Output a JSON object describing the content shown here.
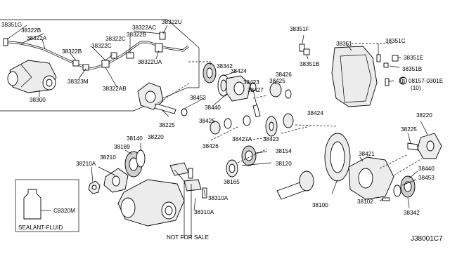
{
  "diagram_id": "J38001C7",
  "not_for_sale": "NOT FOR SALE",
  "sealant": "SEALANT-FLUID",
  "sealant_part": "C8320M",
  "labels": {
    "p38351G": "38351G",
    "p38322B": "38322B",
    "p38322A": "38322A",
    "p38322B_2": "38322B",
    "p38323M": "38323M",
    "p38322C": "38322C",
    "p38322C_2": "38322C",
    "p38322B_3": "38322B",
    "p38322AC": "38322AC",
    "p38322U": "38322U",
    "p38322UA": "38322UA",
    "p38322AB": "38322AB",
    "p38300": "38300",
    "p38342_top": "38342",
    "p38424_top": "38424",
    "p38453_top": "38453",
    "p38440_top": "38440",
    "p38423_top": "38423",
    "p38427": "38427",
    "p38426_top": "38426",
    "p38425_top": "38425",
    "p38225_left": "38225",
    "p38220_left": "38220",
    "p38425_mid": "38425",
    "p38426_mid": "38426",
    "p38427A": "38427A",
    "p38423_mid": "38423",
    "p38424_mid": "38424",
    "p38154": "38154",
    "p38120": "38120",
    "p38165": "38165",
    "p38140": "38140",
    "p38189": "38189",
    "p38210": "38210",
    "p38210A": "38210A",
    "p38310A_1": "38310A",
    "p38310A_2": "38310A",
    "p38351F": "38351F",
    "p38351": "38351",
    "p38351B_left": "38351B",
    "p38351C": "38351C",
    "p38351E": "38351E",
    "p38351B_right": "38351B",
    "p08157": "08157-0301E",
    "p08157_qty": "(10)",
    "p08157_badge": "B",
    "p38421": "38421",
    "p38100": "38100",
    "p38102": "38102",
    "p38220_right": "38220",
    "p38225_right": "38225",
    "p38440_right": "38440",
    "p38453_right": "38453",
    "p38342_right": "38342"
  }
}
